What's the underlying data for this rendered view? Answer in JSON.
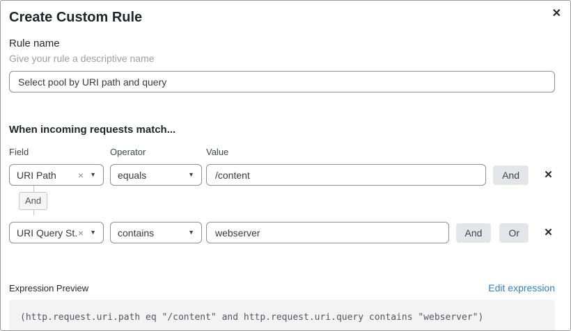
{
  "dialog": {
    "title": "Create Custom Rule"
  },
  "icons": {
    "close": "✕",
    "clear": "×",
    "caret": "▼",
    "remove": "✕"
  },
  "rule_name": {
    "label": "Rule name",
    "hint": "Give your rule a descriptive name",
    "value": "Select pool by URI path and query"
  },
  "matcher": {
    "heading": "When incoming requests match...",
    "columns": {
      "field": "Field",
      "operator": "Operator",
      "value": "Value"
    },
    "connector": "And",
    "rows": [
      {
        "field": "URI Path",
        "operator": "equals",
        "value": "/content",
        "buttons": [
          "And"
        ]
      },
      {
        "field": "URI Query St...",
        "operator": "contains",
        "value": "webserver",
        "buttons": [
          "And",
          "Or"
        ]
      }
    ]
  },
  "expression": {
    "label": "Expression Preview",
    "edit_link": "Edit expression",
    "code": "(http.request.uri.path eq \"/content\" and http.request.uri.query contains \"webserver\")"
  },
  "colors": {
    "accent_link": "#2f82c2",
    "button_bg": "#e4e5e8",
    "code_bg": "#f3f3f4",
    "border": "#8c8f94"
  }
}
